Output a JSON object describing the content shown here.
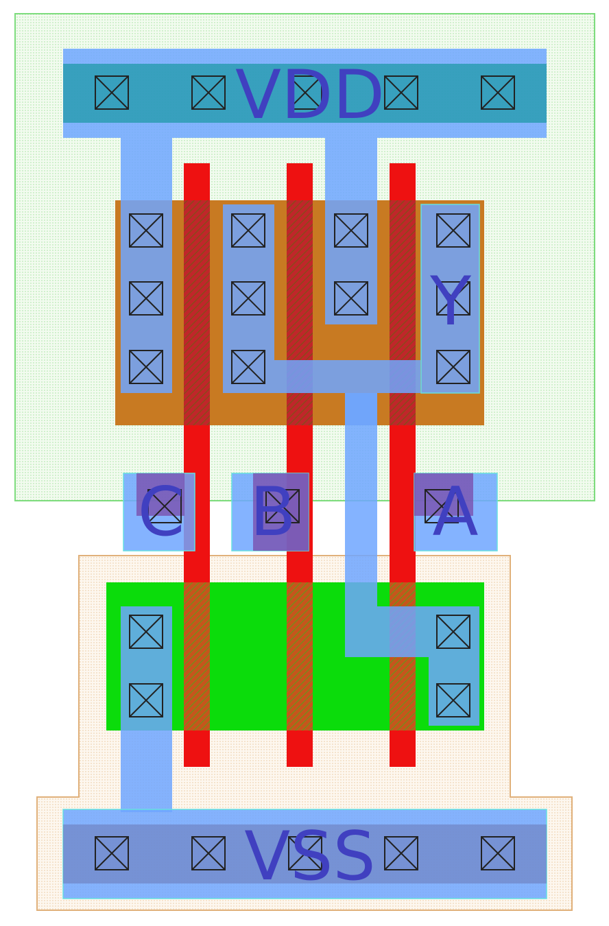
{
  "labels": {
    "vdd": "VDD",
    "vss": "VSS",
    "y": "Y",
    "a": "A",
    "b": "B",
    "c": "C"
  },
  "colors": {
    "nwell_fill": "#e6f5e0",
    "nwell_stroke": "#7ddc7d",
    "pwell_fill": "#fbf1e6",
    "pwell_stroke": "#e0b07a",
    "p_diffusion": "#c87a22",
    "n_diffusion": "#0bdc0b",
    "poly": "#ee1111",
    "metal1": "#6ea6ff",
    "contact_stroke": "#222222",
    "label": "#4040c0"
  }
}
